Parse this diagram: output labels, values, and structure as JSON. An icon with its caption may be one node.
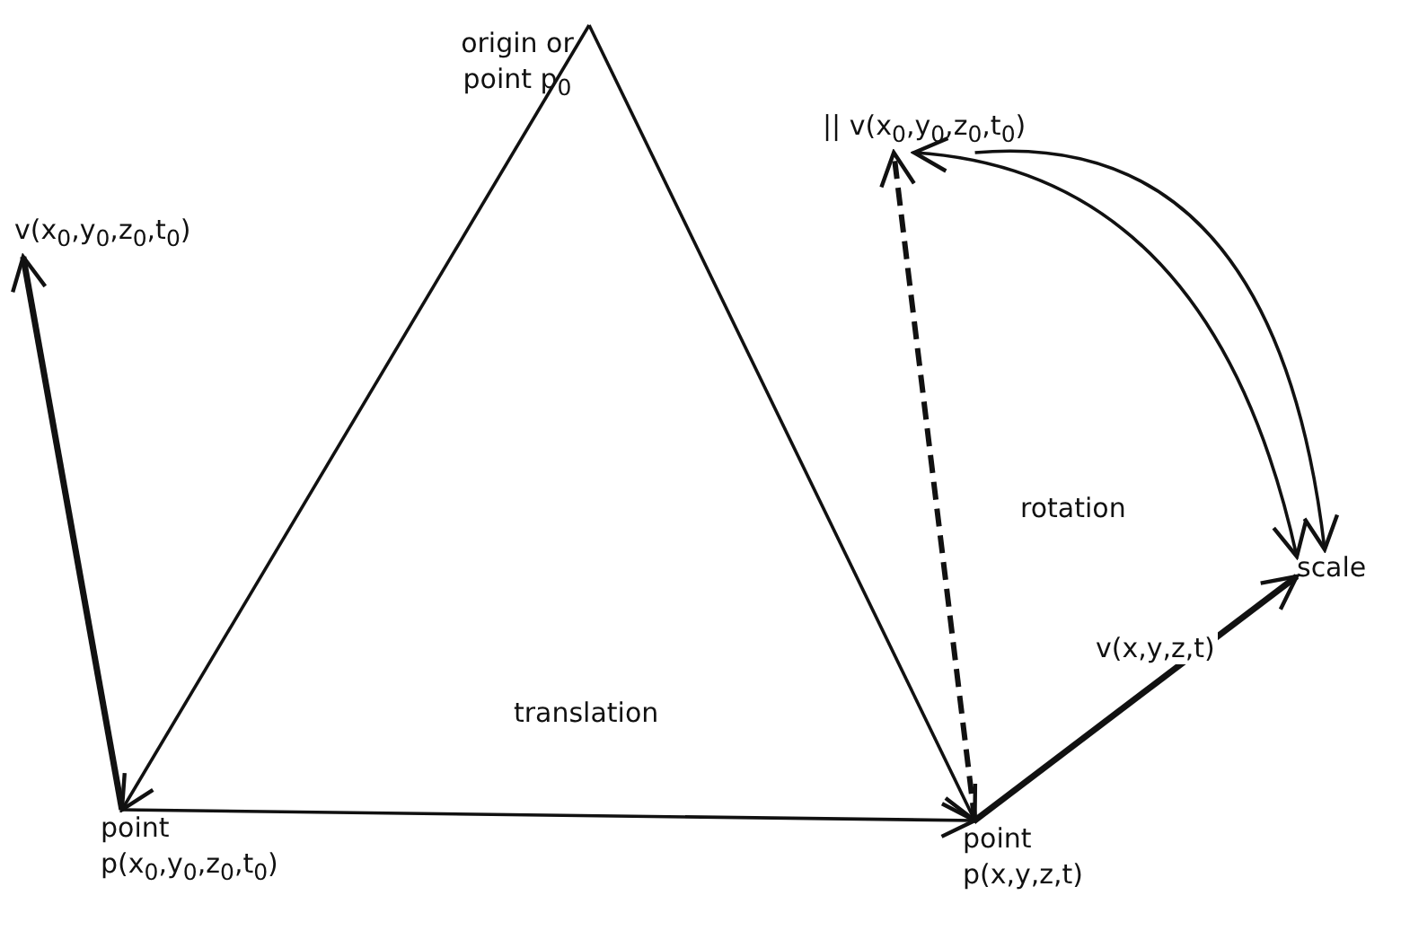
{
  "diagram": {
    "nodes": [
      {
        "text": [
          "origin or point p$_{0}$"
        ]
      },
      {
        "text": [
          "point",
          "p(x$_{0}$,y$_{0}$,z$_{0}$,t$_{0}$)"
        ]
      },
      {
        "text": [
          "point",
          "p(x,y,z,t)"
        ]
      },
      {
        "text": [
          "v(x$_{0}$,y$_{0}$,z$_{0}$,t$_{0}$)"
        ]
      },
      {
        "text": [
          "|| v(x$_{0}$,y$_{0}$,z$_{0}$,t$_{0}$)"
        ]
      },
      {
        "text": [
          "scale"
        ]
      }
    ],
    "edges": [
      {
        "from": 0,
        "to": 1,
        "arrow": "to"
      },
      {
        "from": 0,
        "to": 2,
        "arrow": "to"
      },
      {
        "from": 1,
        "to": 2,
        "arrow": "to"
      },
      {
        "from": 1,
        "to": 3,
        "arrow": "to",
        "style": "thick"
      },
      {
        "from": 2,
        "to": 4,
        "arrow": "to",
        "style": "dashed"
      },
      {
        "from": 2,
        "to": 5,
        "arrow": "to",
        "style": "thick",
        "label": "v(x,y,z,t)"
      },
      {
        "from": 4,
        "to": 5,
        "arrow": "both"
      },
      {
        "from": 4,
        "to": 5,
        "arrow": "to"
      }
    ],
    "labels": [
      "translation",
      "rotation"
    ]
  }
}
